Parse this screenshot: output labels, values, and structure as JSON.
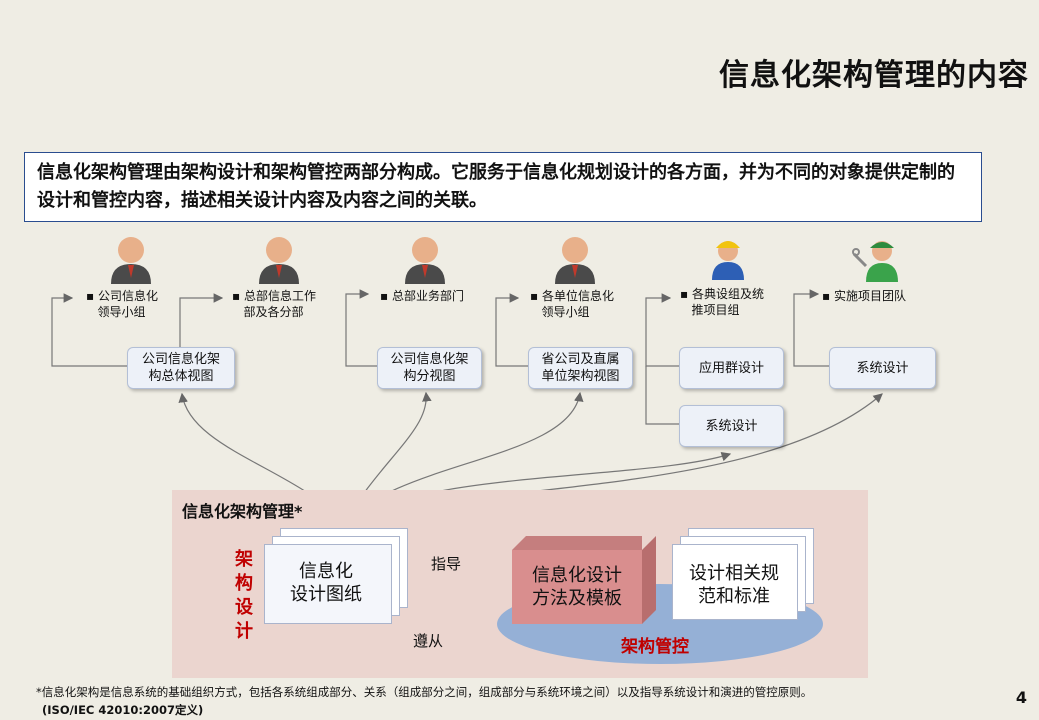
{
  "title": "信息化架构管理的内容",
  "intro": "信息化架构管理由架构设计和架构管控两部分构成。它服务于信息化规划设计的各方面，并为不同的对象提供定制的设计和管控内容，描述相关设计内容及内容之间的关联。",
  "roles": [
    {
      "line1": "公司信息化",
      "line2": "领导小组"
    },
    {
      "line1": "总部信息工作",
      "line2": "部及各分部"
    },
    {
      "line1": "总部业务部门",
      "line2": ""
    },
    {
      "line1": "各单位信息化",
      "line2": "领导小组"
    },
    {
      "line1": "各典设组及统",
      "line2": "推项目组"
    },
    {
      "line1": "实施项目团队",
      "line2": ""
    }
  ],
  "views": [
    {
      "line1": "公司信息化架",
      "line2": "构总体视图"
    },
    {
      "line1": "公司信息化架",
      "line2": "构分视图"
    },
    {
      "line1": "省公司及直属",
      "line2": "单位架构视图"
    },
    {
      "line1": "应用群设计",
      "line2": ""
    },
    {
      "line1": "系统设计",
      "line2": ""
    },
    {
      "line1": "系统设计",
      "line2": ""
    }
  ],
  "management": {
    "title": "信息化架构管理*",
    "design_label": "架构设计",
    "control_label": "架构管控",
    "drawings": {
      "line1": "信息化",
      "line2": "设计图纸"
    },
    "method": {
      "line1": "信息化设计",
      "line2": "方法及模板"
    },
    "standards": {
      "line1": "设计相关规",
      "line2": "范和标准"
    },
    "guide_label": "指导",
    "follow_label": "遵从"
  },
  "footnote": {
    "line1": "*信息化架构是信息系统的基础组织方式，包括各系统组成部分、关系（组成部分之间，组成部分与系统环境之间）以及指导系统设计和演进的管控原则。",
    "line2": "(ISO/IEC 42010:2007定义)"
  },
  "page_number": "4",
  "colors": {
    "accent_red": "#c00000",
    "border_blue": "#2a4d8f",
    "box_fill": "#edf1f8",
    "mgmt_bg": "#ebd5cf",
    "ellipse": "#95b0d6",
    "method_fill": "#d98e8e"
  },
  "icons": [
    "manager-person-icon",
    "manager-person-icon",
    "manager-person-icon",
    "manager-person-icon",
    "worker-hardhat-icon",
    "engineer-wrench-icon"
  ]
}
